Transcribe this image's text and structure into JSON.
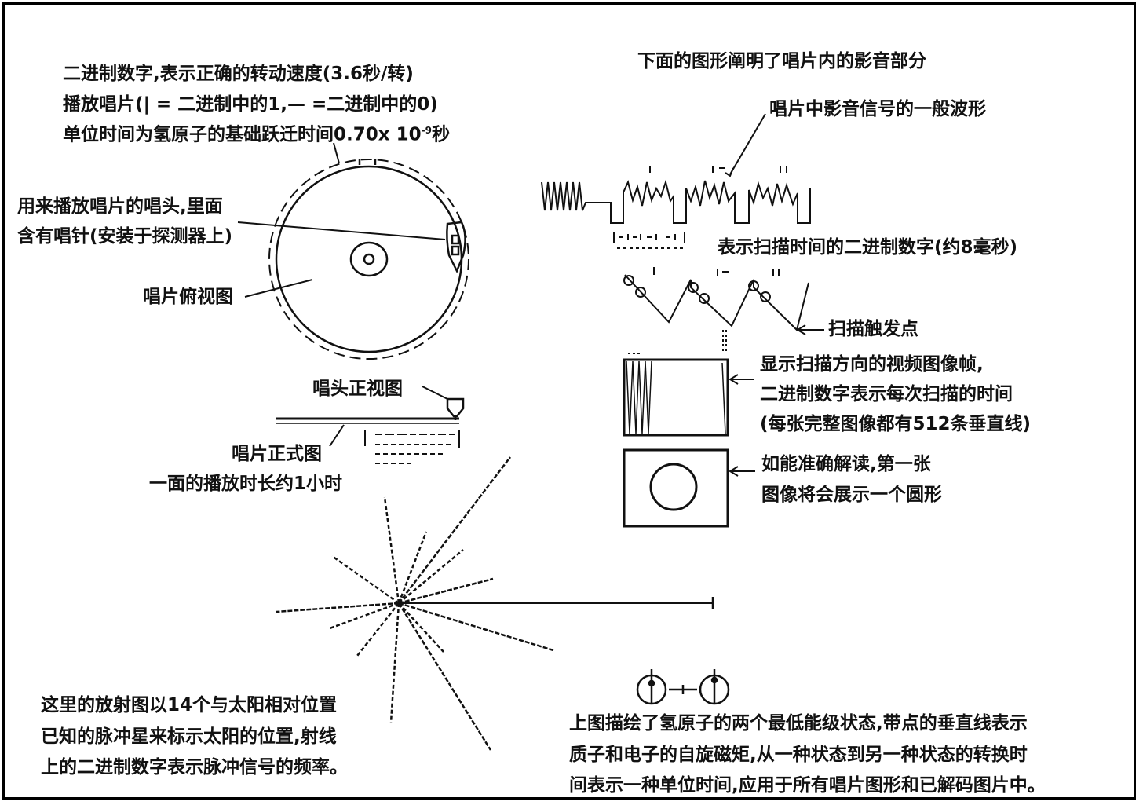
{
  "top_left": {
    "line1": "二进制数字,表示正确的转动速度(3.6秒/转)",
    "line2": "播放唱片(| = 二进制中的1,— =二进制中的0)",
    "line3_prefix": "单位时间为氢原子的基础跃迁时间0.70x 10",
    "line3_exp": "-9",
    "line3_suffix": "秒"
  },
  "stylus_label": {
    "line1": "用来播放唱片的唱头,里面",
    "line2": "含有唱针(安装于探测器上)"
  },
  "record_top_view": "唱片俯视图",
  "head_front_view": "唱头正视图",
  "record_front_view": "唱片正式图",
  "play_time": "一面的播放时长约1小时",
  "pulsar_text": {
    "line1": "这里的放射图以14个与太阳相对位置",
    "line2": "已知的脉冲星来标示太阳的位置,射线",
    "line3": "上的二进制数字表示脉冲信号的频率。"
  },
  "right_title": "下面的图形阐明了唱片内的影音部分",
  "waveform_label": "唱片中影音信号的一般波形",
  "scan_time_label": "表示扫描时间的二进制数字(约8毫秒)",
  "trigger_label": "扫描触发点",
  "frame_label": {
    "line1": "显示扫描方向的视频图像帧,",
    "line2": "二进制数字表示每次扫描的时间",
    "line3": "(每张完整图像都有512条垂直线)"
  },
  "circle_label": {
    "line1": "如能准确解读,第一张",
    "line2": "图像将会展示一个圆形"
  },
  "hydrogen_text": {
    "line1": "上图描绘了氢原子的两个最低能级状态,带点的垂直线表示",
    "line2": "质子和电子的自旋磁矩,从一种状态到另一种状态的转换时",
    "line3": "间表示一种单位时间,应用于所有唱片图形和已解码图片中。"
  }
}
